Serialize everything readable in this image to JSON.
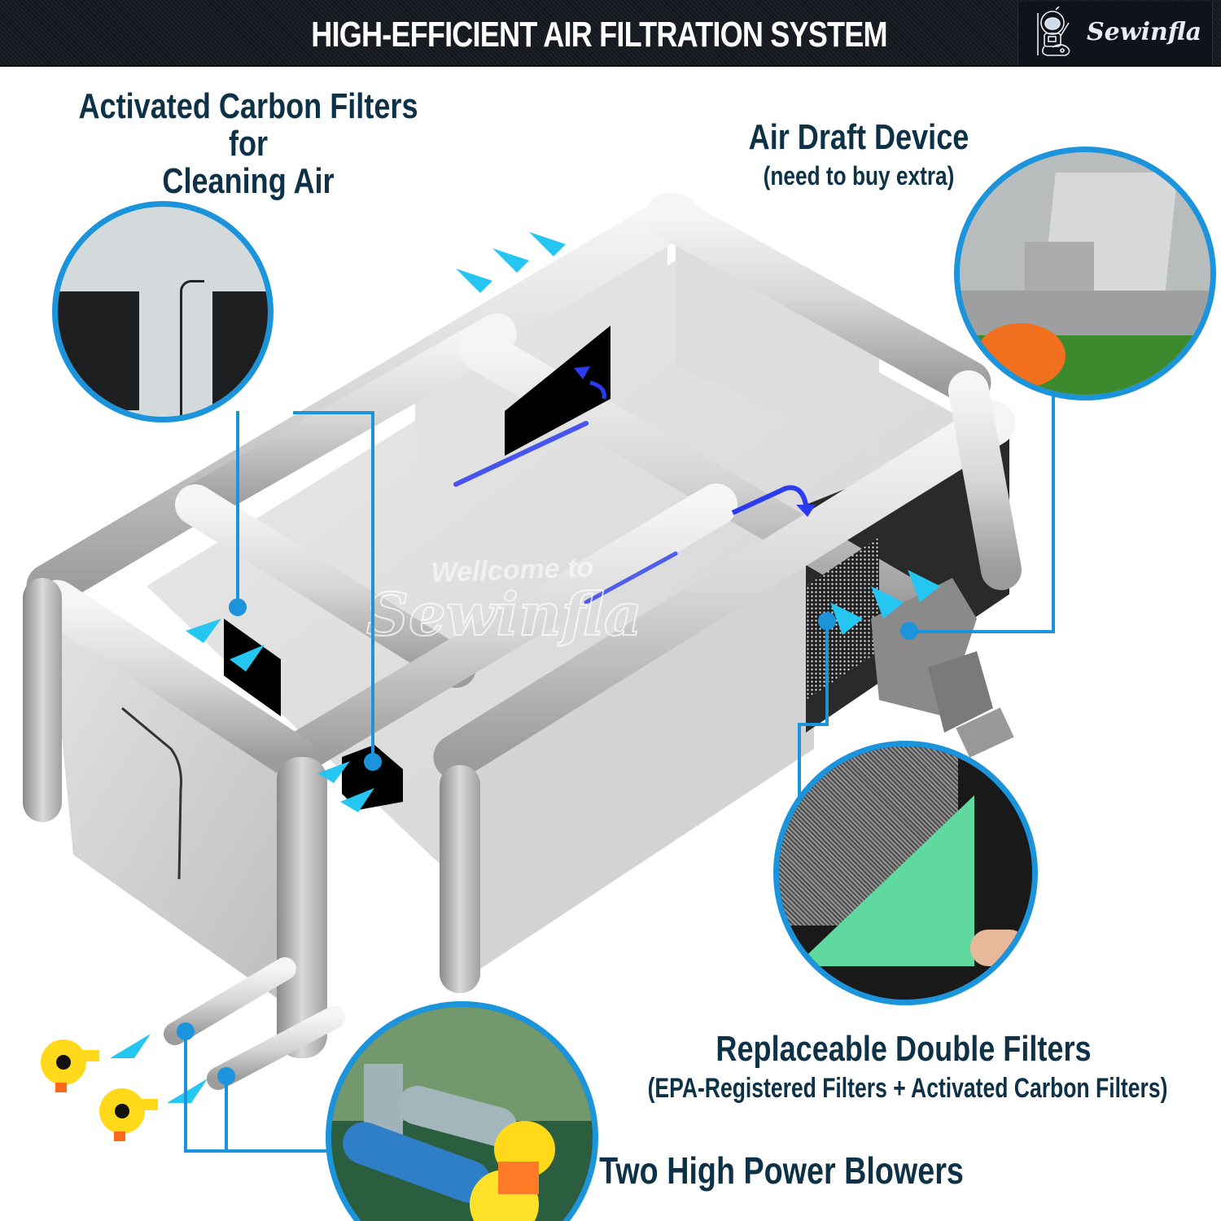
{
  "header": {
    "title": "HIGH-EFFICIENT AIR FILTRATION SYSTEM",
    "brand": "Sewinfla",
    "brand_icon": "astronaut-mascot-icon",
    "background_color": "#1a1e25"
  },
  "labels": {
    "carbon_filters": {
      "line1": "Activated Carbon Filters for",
      "line2": "Cleaning Air"
    },
    "air_draft": {
      "title": "Air Draft Device",
      "subtitle": "(need to buy extra)"
    },
    "double_filters": {
      "title": "Replaceable Double Filters",
      "subtitle": "(EPA-Registered Filters + Activated Carbon Filters)"
    },
    "blowers": {
      "title": "Two High Power Blowers"
    }
  },
  "watermark": {
    "line1": "Wellcome to",
    "line2": "Sewinfla"
  },
  "callouts": [
    {
      "id": "carbon-filters-photo",
      "description": "Tent wall with two black activated carbon filter panels"
    },
    {
      "id": "air-draft-photo",
      "description": "Silver air draft duct device with orange hose on artificial grass"
    },
    {
      "id": "double-filters-photo",
      "description": "Green-and-white filter sheet lifted by hand over mesh"
    },
    {
      "id": "blowers-photo",
      "description": "Two yellow blowers attached to blue and gray inflation tubes on grass"
    }
  ],
  "colors": {
    "accent_blue": "#1b94dc",
    "arrow_cyan": "#26c6f2",
    "airflow_blue": "#2b3cf0",
    "label_navy": "#0d3146",
    "tent_gray": "#cfcfcf"
  }
}
